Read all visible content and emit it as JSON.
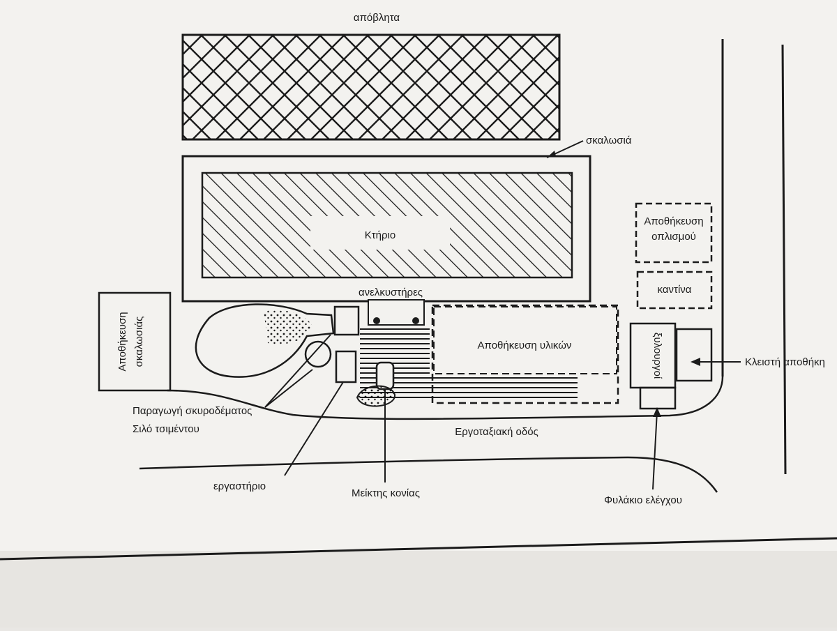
{
  "diagram": {
    "labels": {
      "waste": "απόβλητα",
      "scaffolding": "σκαλωσιά",
      "building": "Κτήριο",
      "elevators": "ανελκυστήρες",
      "rebar_storage_1": "Αποθήκευση",
      "rebar_storage_2": "οπλισμού",
      "canteen": "καντίνα",
      "scaffold_storage_1": "Αποθήκευση",
      "scaffold_storage_2": "σκαλωσιάς",
      "materials_storage": "Αποθήκευση υλικών",
      "carpenters": "ξυλουργοί",
      "closed_storage": "Κλειστή αποθήκη",
      "concrete_production": "Παραγωγή σκυροδέματος",
      "cement_silo": "Σιλό τσιμέντου",
      "site_road": "Εργοταξιακή οδός",
      "workshop": "εργαστήριο",
      "mortar_mixer": "Μείκτης κονίας",
      "guard_booth": "Φυλάκιο ελέγχου"
    },
    "colors": {
      "paper": "#f3f2ef",
      "ink": "#1b1b1b",
      "shadow": "#d9d7d3"
    }
  }
}
